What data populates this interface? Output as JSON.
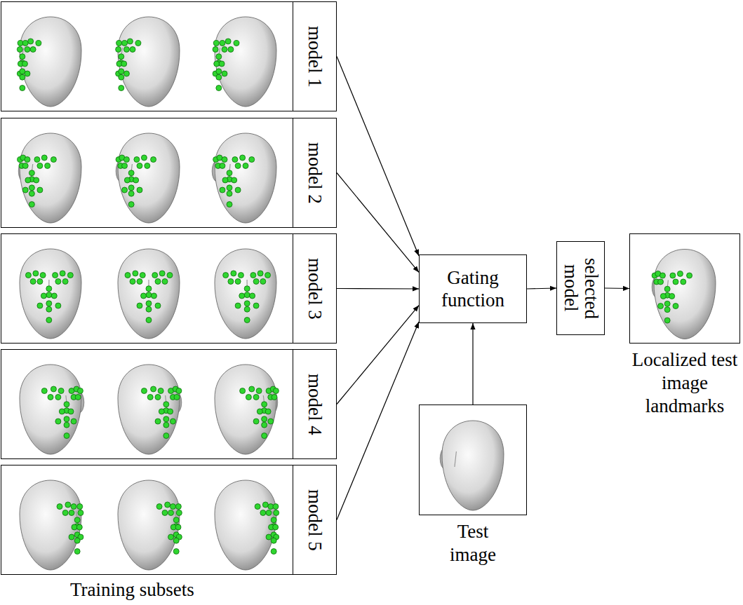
{
  "diagram": {
    "nodes": [
      {
        "text": [
          "model 1"
        ]
      },
      {
        "text": [
          "model 2"
        ]
      },
      {
        "text": [
          "model 3"
        ]
      },
      {
        "text": [
          "model 4"
        ]
      },
      {
        "text": [
          "model 5"
        ]
      },
      {
        "text": [
          "Gating function"
        ]
      },
      {
        "text": [
          "selected model"
        ]
      },
      {
        "text": [
          "Localized test image landmarks"
        ]
      },
      {
        "text": [
          "Test image"
        ]
      }
    ],
    "edges": [
      {
        "from": 0,
        "to": 5,
        "arrow": "to"
      },
      {
        "from": 1,
        "to": 5,
        "arrow": "to"
      },
      {
        "from": 2,
        "to": 5,
        "arrow": "to"
      },
      {
        "from": 3,
        "to": 5,
        "arrow": "to"
      },
      {
        "from": 4,
        "to": 5,
        "arrow": "to"
      },
      {
        "from": 8,
        "to": 5,
        "arrow": "to"
      },
      {
        "from": 5,
        "to": 6,
        "arrow": "to"
      },
      {
        "from": 6,
        "to": 7,
        "arrow": "to"
      }
    ],
    "labels": [
      "Training subsets"
    ]
  }
}
